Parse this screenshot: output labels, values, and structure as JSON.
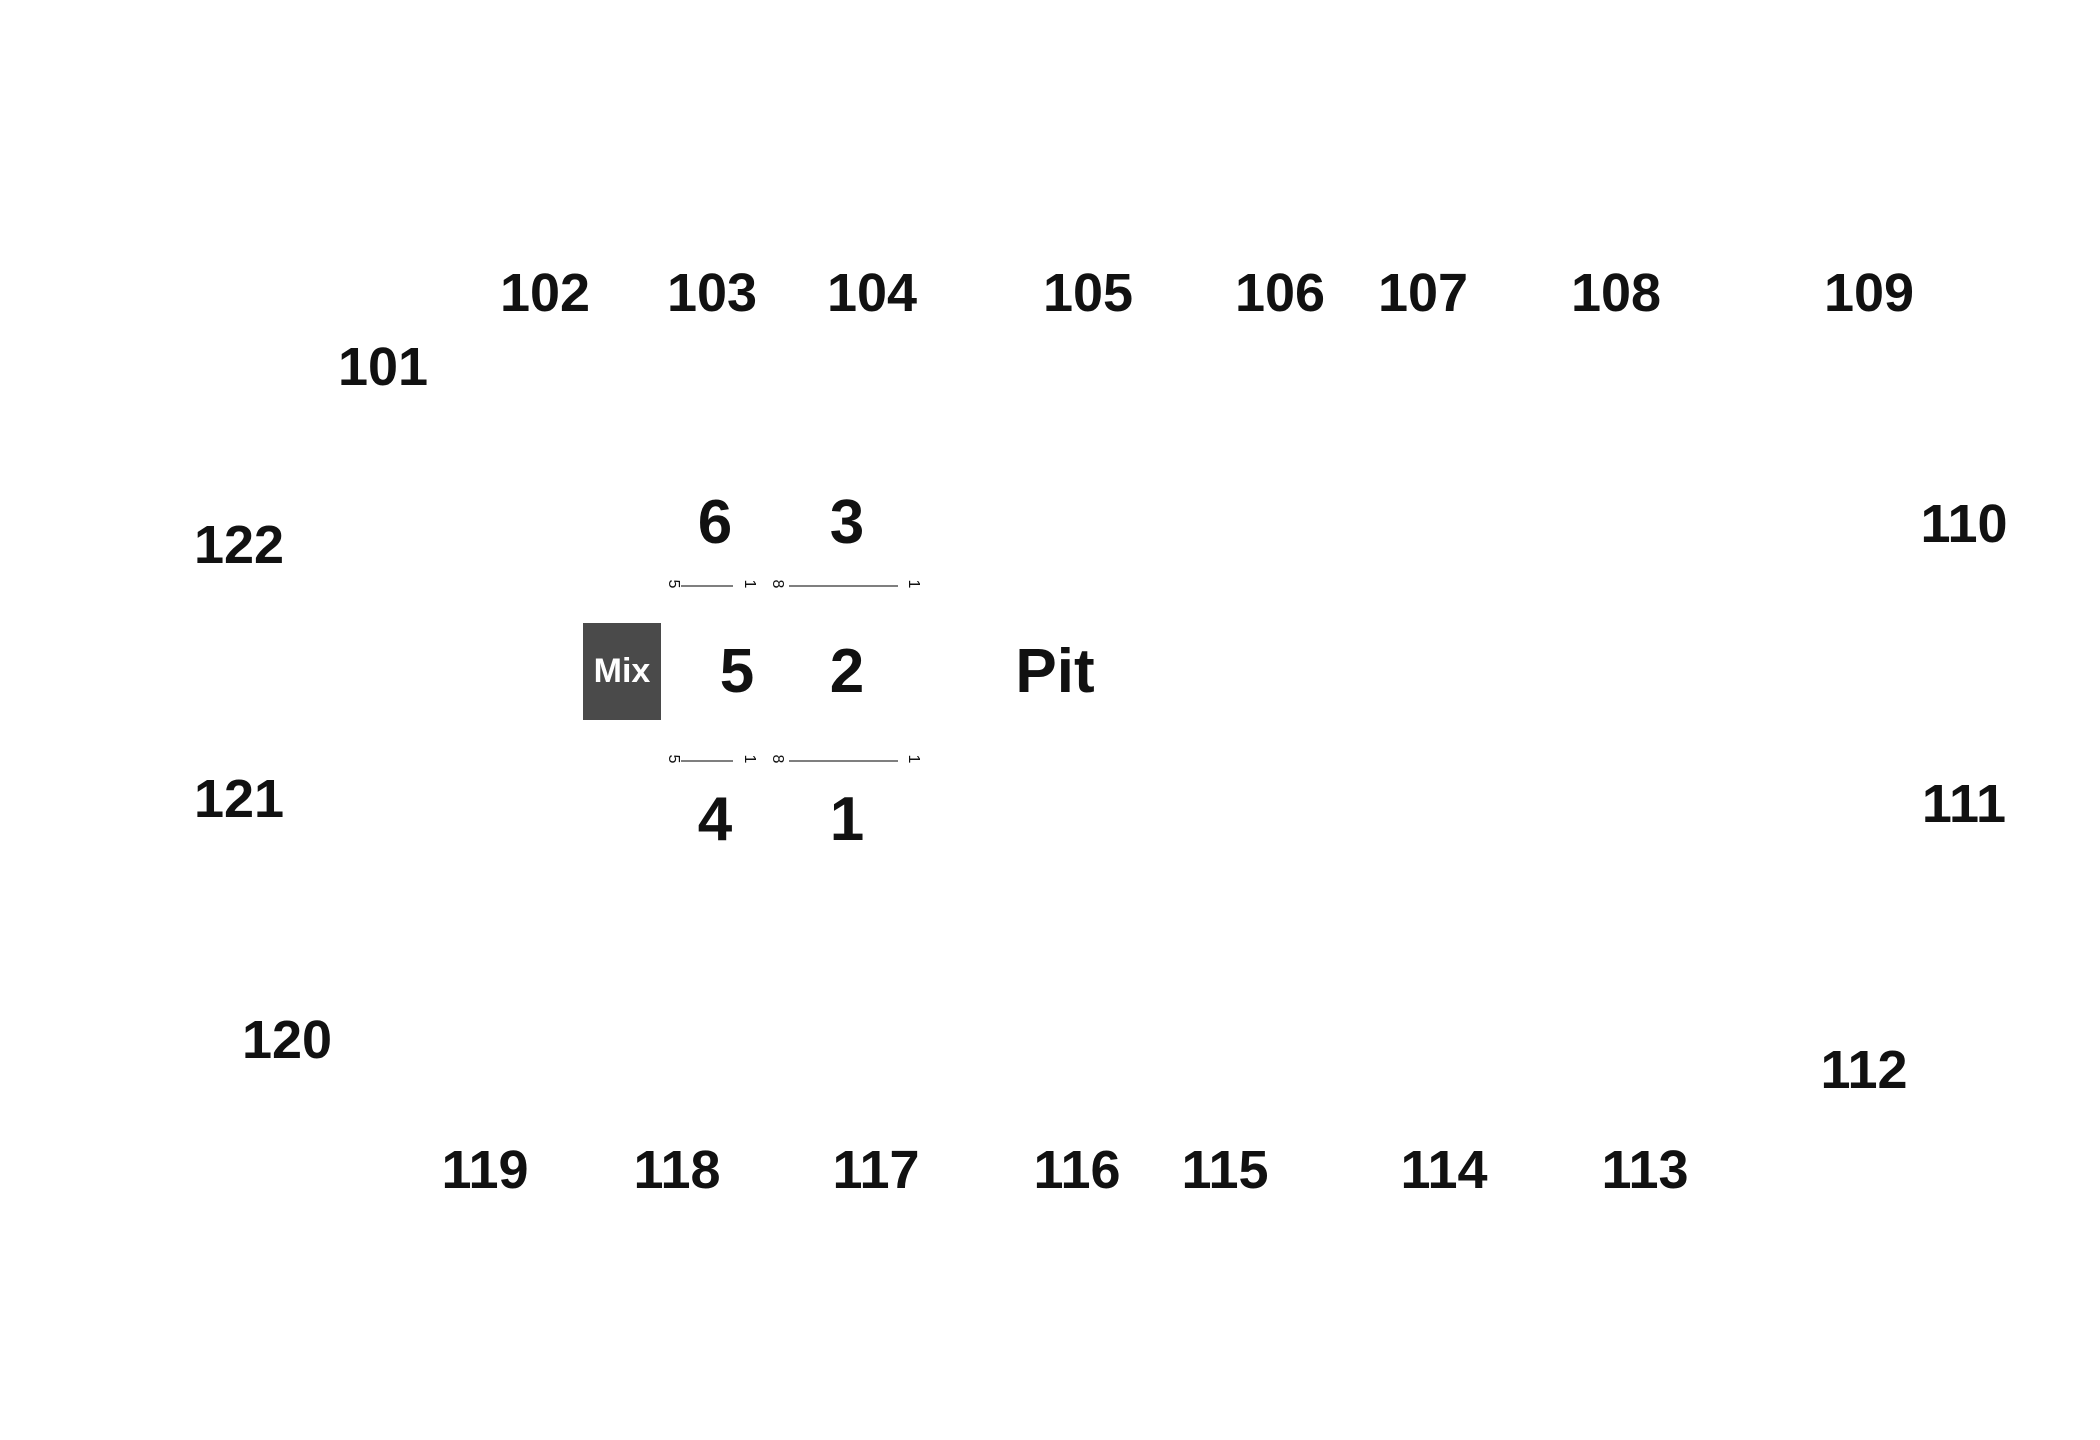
{
  "outer_sections": {
    "s101": "101",
    "s102": "102",
    "s103": "103",
    "s104": "104",
    "s105": "105",
    "s106": "106",
    "s107": "107",
    "s108": "108",
    "s109": "109",
    "s110": "110",
    "s111": "111",
    "s112": "112",
    "s113": "113",
    "s114": "114",
    "s115": "115",
    "s116": "116",
    "s117": "117",
    "s118": "118",
    "s119": "119",
    "s120": "120",
    "s121": "121",
    "s122": "122"
  },
  "inner_sections": {
    "s1": "1",
    "s2": "2",
    "s3": "3",
    "s4": "4",
    "s5": "5",
    "s6": "6"
  },
  "pit_label": "Pit",
  "mix_label": "Mix",
  "row_markers": {
    "upper": [
      "5",
      "1",
      "8",
      "1"
    ],
    "lower": [
      "5",
      "1",
      "8",
      "1"
    ]
  },
  "colors": {
    "mix_box": "#4a4a4a",
    "text": "#111111",
    "background": "#ffffff"
  }
}
